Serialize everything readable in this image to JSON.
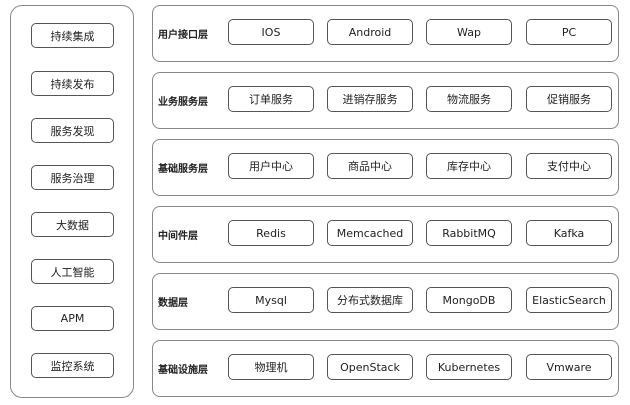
{
  "sidebar": {
    "items": [
      {
        "label": "持续集成"
      },
      {
        "label": "持续发布"
      },
      {
        "label": "服务发现"
      },
      {
        "label": "服务治理"
      },
      {
        "label": "大数据"
      },
      {
        "label": "人工智能"
      },
      {
        "label": "APM"
      },
      {
        "label": "监控系统"
      }
    ]
  },
  "layers": [
    {
      "label": "用户接口层",
      "items": [
        "IOS",
        "Android",
        "Wap",
        "PC"
      ]
    },
    {
      "label": "业务服务层",
      "items": [
        "订单服务",
        "进销存服务",
        "物流服务",
        "促销服务"
      ]
    },
    {
      "label": "基础服务层",
      "items": [
        "用户中心",
        "商品中心",
        "库存中心",
        "支付中心"
      ]
    },
    {
      "label": "中间件层",
      "items": [
        "Redis",
        "Memcached",
        "RabbitMQ",
        "Kafka"
      ]
    },
    {
      "label": "数据层",
      "items": [
        "Mysql",
        "分布式数据库",
        "MongoDB",
        "ElasticSearch"
      ]
    },
    {
      "label": "基础设施层",
      "items": [
        "物理机",
        "OpenStack",
        "Kubernetes",
        "Vmware"
      ]
    }
  ]
}
